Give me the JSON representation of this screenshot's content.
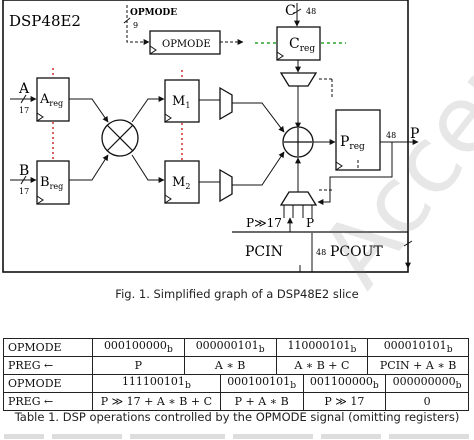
{
  "diagram": {
    "title": "DSP48E2",
    "opmode_label": "OPMODE",
    "opmode_width": "9",
    "opmode_reg": "OPMODE",
    "c_port": "C",
    "c_width": "48",
    "c_reg_main": "C",
    "c_reg_sub": "reg",
    "a_port": "A",
    "a_width": "17",
    "a_reg_main": "A",
    "a_reg_sub": "reg",
    "b_port": "B",
    "b_width": "17",
    "b_reg_main": "B",
    "b_reg_sub": "reg",
    "m1_main": "M",
    "m1_sub": "1",
    "m2_main": "M",
    "m2_sub": "2",
    "p_reg_main": "P",
    "p_reg_sub": "reg",
    "p_port": "P",
    "p_width": "48",
    "pshift": "P≫17",
    "p_feedback": "P",
    "pcin": "PCIN",
    "pcout": "PCOUT",
    "pc_width": "48"
  },
  "figure_caption": "Fig. 1.  Simplified graph of a DSP48E2 slice",
  "table": {
    "top": [
      [
        "OPMODE",
        "000100000",
        "000000101",
        "110000101",
        "000010101"
      ],
      [
        "PREG ←",
        "P",
        "A ∗ B",
        "A ∗ B + C",
        "PCIN + A ∗ B"
      ]
    ],
    "bottom": [
      [
        "OPMODE",
        "111100101",
        "000100101",
        "001100000",
        "000000000"
      ],
      [
        "PREG ←",
        "P ≫ 17 + A ∗ B + C",
        "P + A ∗ B",
        "P ≫ 17",
        "0"
      ]
    ],
    "subscript": "b"
  },
  "table_caption": "Table 1.  DSP operations controlled by the OPMODE signal (omitting registers)",
  "watermark": "Accepted"
}
